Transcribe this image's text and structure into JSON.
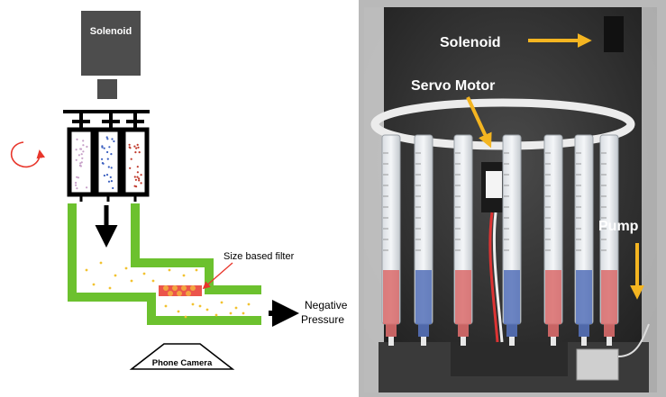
{
  "diagram": {
    "solenoid_label": "Solenoid",
    "filter_label": "Size based filter",
    "outlet_label_line1": "Negative",
    "outlet_label_line2": "Pressure",
    "camera_label": "Phone Camera",
    "colors": {
      "solenoid_body": "#4d4d4d",
      "channel": "#6cc12e",
      "particles": "#f2c230",
      "rotation_arrow": "#e8362b",
      "filter_pointer": "#e8362b",
      "syringe_outline": "#000000"
    },
    "syringes": [
      {
        "dot_color": "#c7a0c8"
      },
      {
        "dot_color": "#3b5fbf"
      },
      {
        "dot_color": "#c0392b"
      }
    ]
  },
  "photo": {
    "solenoid_label": "Solenoid",
    "servo_label": "Servo Motor",
    "pump_label": "Pump",
    "colors": {
      "annotation_arrow": "#f4b521",
      "label_text": "#ffffff",
      "background": "#2a2a2a"
    },
    "tubes": [
      {
        "liquid": "#d96a6a"
      },
      {
        "liquid": "#5470b8"
      },
      {
        "liquid": "#d96a6a"
      },
      {
        "liquid": "#5470b8"
      },
      {
        "liquid": "#d96a6a"
      },
      {
        "liquid": "#5470b8"
      },
      {
        "liquid": "#d96a6a"
      }
    ]
  }
}
